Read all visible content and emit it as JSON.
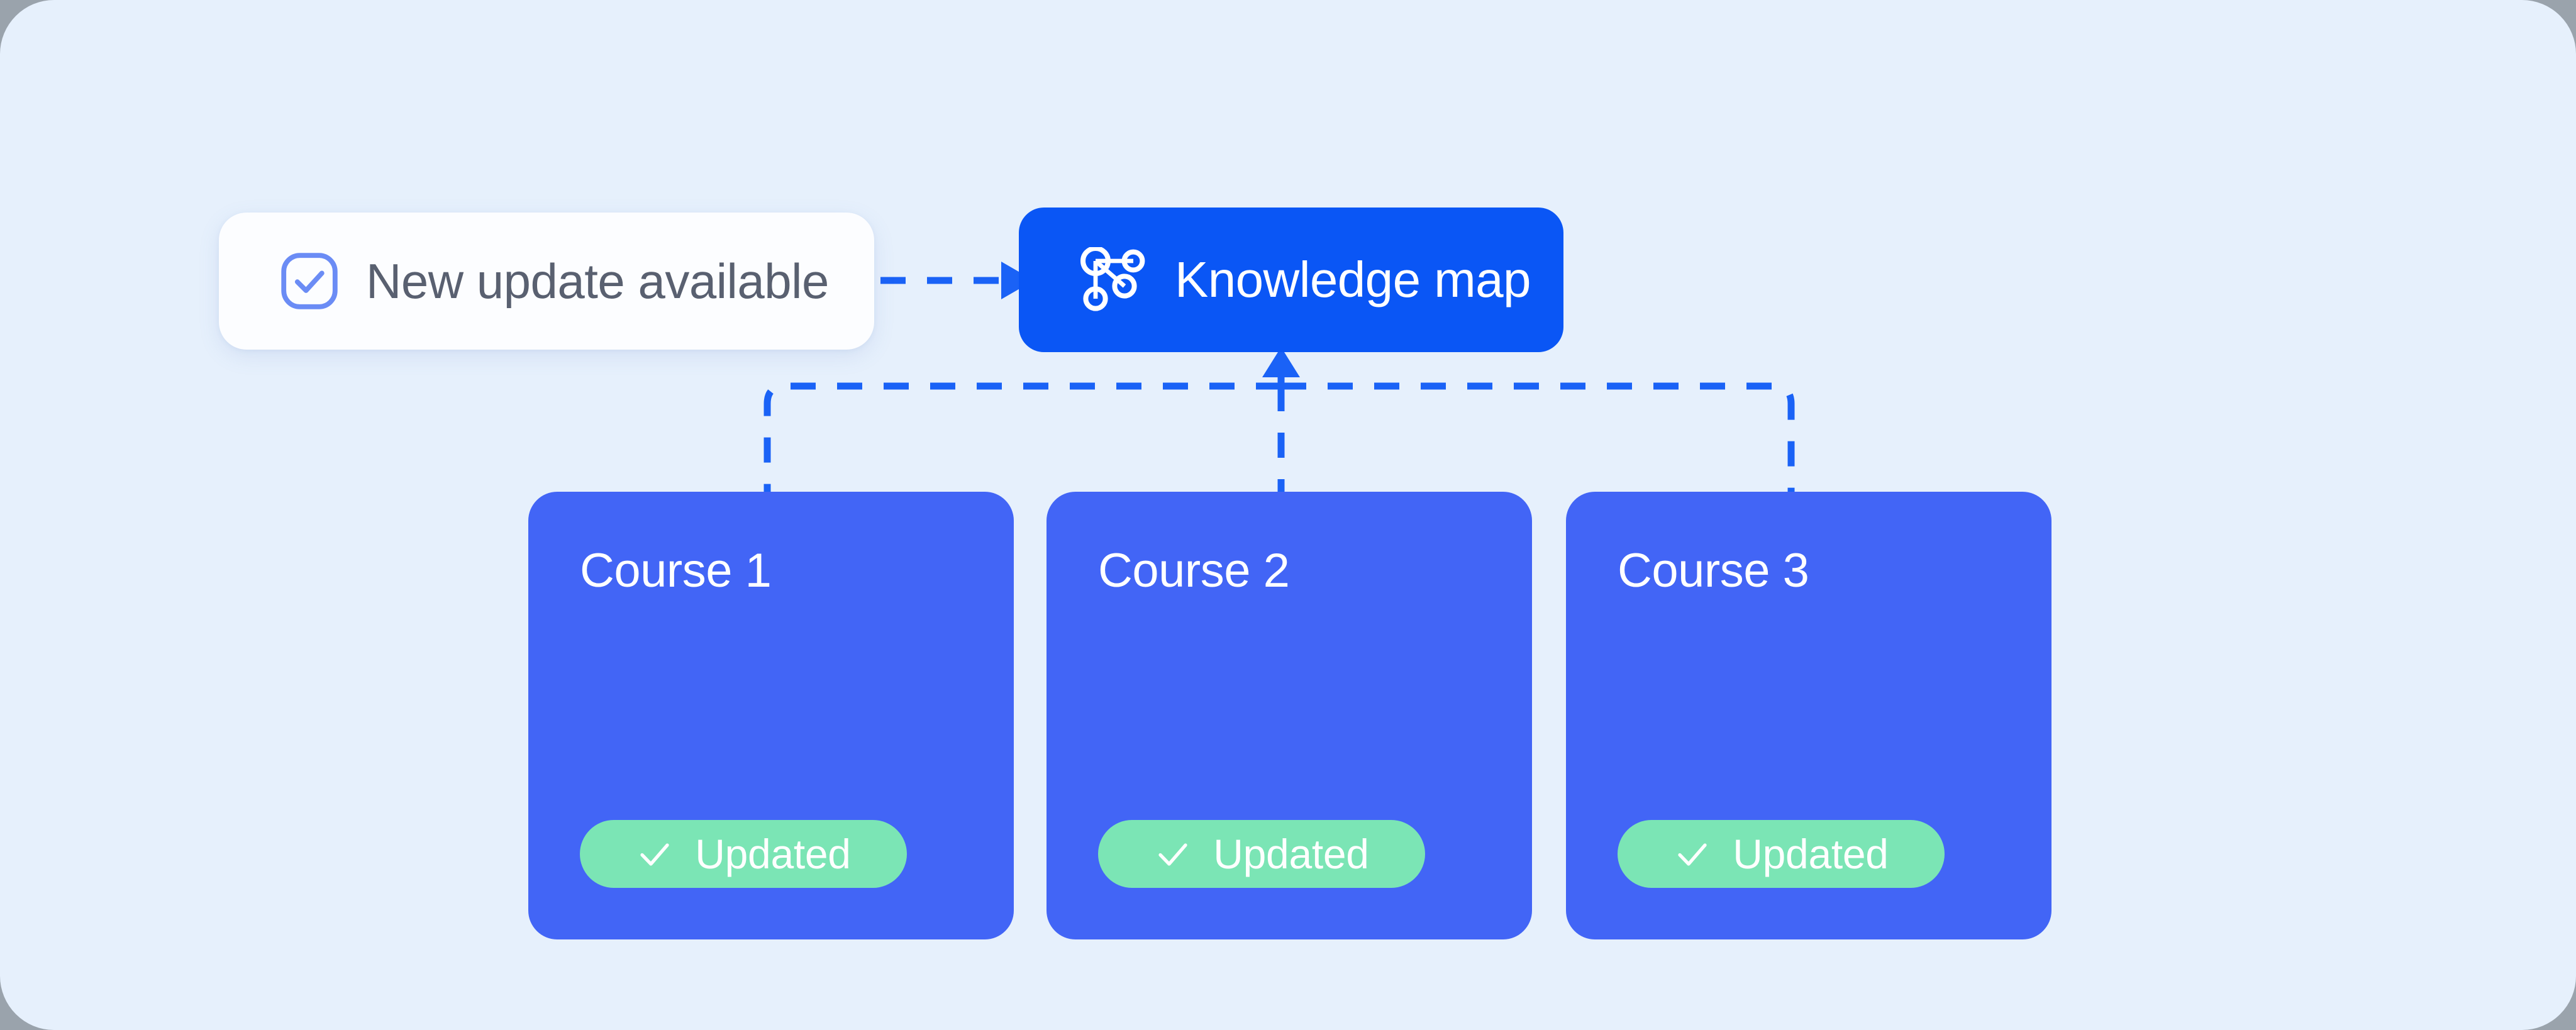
{
  "page": {
    "background_color": "#e6f0fc",
    "outer_color": "#9aa3ac"
  },
  "notification": {
    "label": "New update available",
    "icon": "check-square-icon",
    "background_color": "#fcfdff",
    "text_color": "#596070",
    "icon_color": "#6b8cf5"
  },
  "knowledge_map": {
    "label": "Knowledge map",
    "icon": "network-graph-icon",
    "background_color": "#0a56f5",
    "text_color": "#ffffff"
  },
  "connectors": {
    "color": "#1a62f6",
    "style": "dashed",
    "notify_to_kmap_arrow": "arrow-right",
    "courses_to_kmap_arrow": "arrow-up"
  },
  "courses": [
    {
      "title": "Course 1",
      "badge_label": "Updated",
      "badge_icon": "check-icon",
      "card_color": "#4265f6",
      "badge_color": "#7be5b5"
    },
    {
      "title": "Course 2",
      "badge_label": "Updated",
      "badge_icon": "check-icon",
      "card_color": "#4265f6",
      "badge_color": "#7be5b5"
    },
    {
      "title": "Course 3",
      "badge_label": "Updated",
      "badge_icon": "check-icon",
      "card_color": "#4265f6",
      "badge_color": "#7be5b5"
    }
  ]
}
